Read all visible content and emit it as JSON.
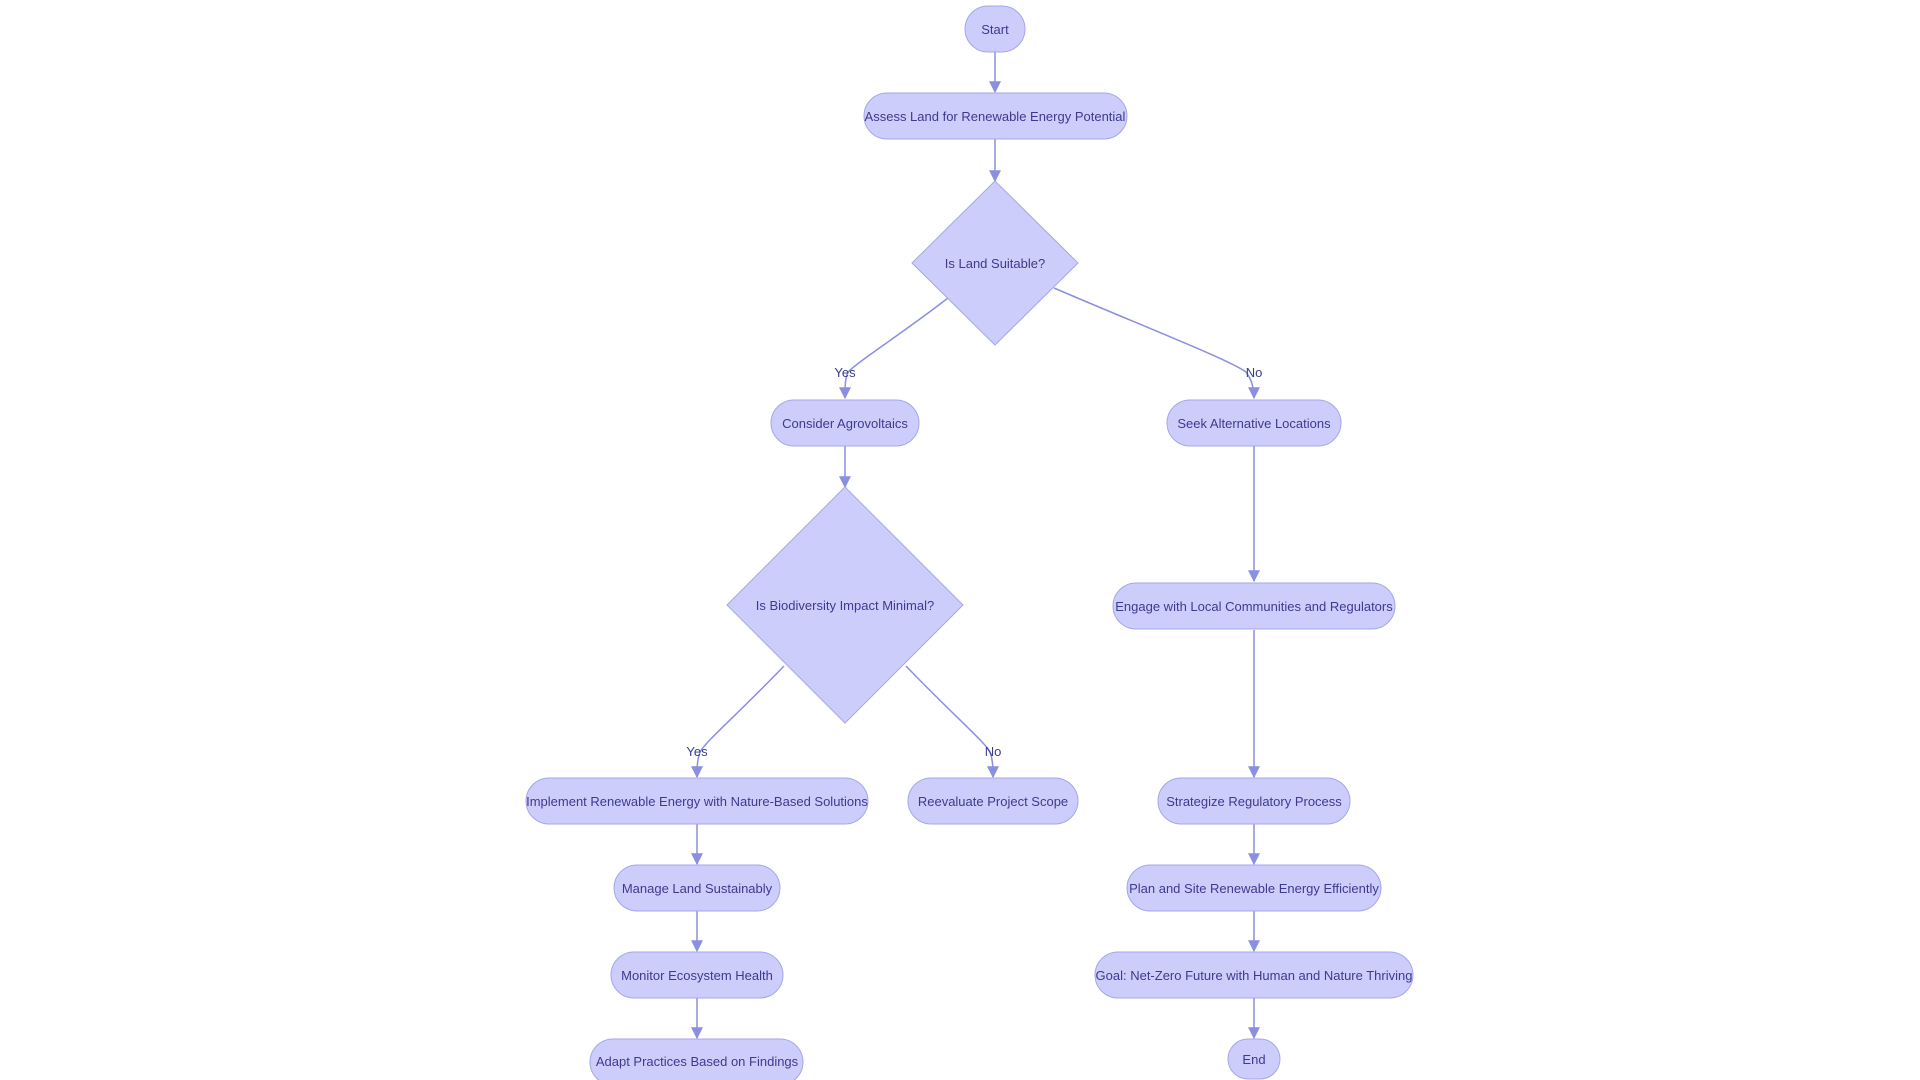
{
  "colors": {
    "node_fill": "#cdcdfc",
    "node_stroke": "#a5a7e8",
    "edge": "#8b8fe0",
    "text": "#3b3b8f",
    "background": "#ffffff"
  },
  "nodes": {
    "start": "Start",
    "assess": "Assess Land for Renewable Energy Potential",
    "suitable": "Is Land Suitable?",
    "agro": "Consider Agrovoltaics",
    "seek": "Seek Alternative Locations",
    "biodiv": "Is Biodiversity Impact Minimal?",
    "engage": "Engage with Local Communities and Regulators",
    "implement": "Implement Renewable Energy with Nature-Based Solutions",
    "reevaluate": "Reevaluate Project Scope",
    "strategize": "Strategize Regulatory Process",
    "manage": "Manage Land Sustainably",
    "plan": "Plan and Site Renewable Energy Efficiently",
    "monitor": "Monitor Ecosystem Health",
    "goal": "Goal: Net-Zero Future with Human and Nature Thriving",
    "adapt": "Adapt Practices Based on Findings",
    "end": "End"
  },
  "edge_labels": {
    "suitable_yes": "Yes",
    "suitable_no": "No",
    "biodiv_yes": "Yes",
    "biodiv_no": "No"
  }
}
